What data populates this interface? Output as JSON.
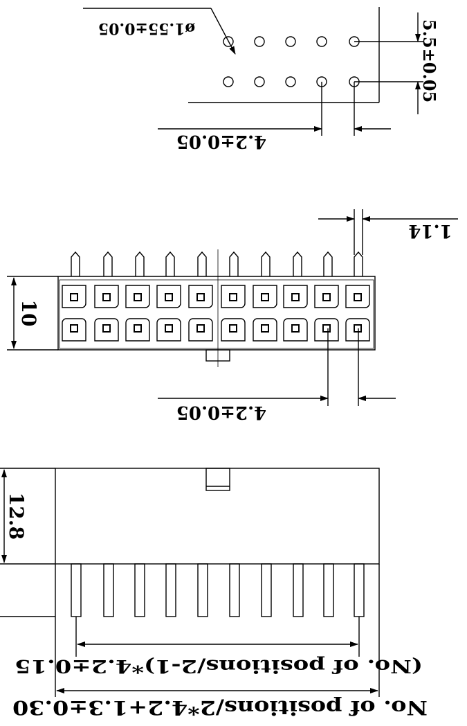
{
  "drawing": {
    "footprint": {
      "hole_diameter_label": "ø1.55±0.05",
      "row_pitch_label": "5.5±0.05",
      "column_pitch_label": "4.2±0.05",
      "columns": 5,
      "rows": 2
    },
    "front_view": {
      "pin_width_label": "1.14",
      "height_label": "10",
      "pitch_label": "4.2±0.05",
      "positions": 10,
      "rows": 2
    },
    "side_view": {
      "height_label": "12.8",
      "pin_span_label": "(No. of positions/2-1)*4.2±0.15",
      "overall_length_label": "No. of positions/2*4.2+1.3±0.30",
      "pins": 10
    }
  }
}
